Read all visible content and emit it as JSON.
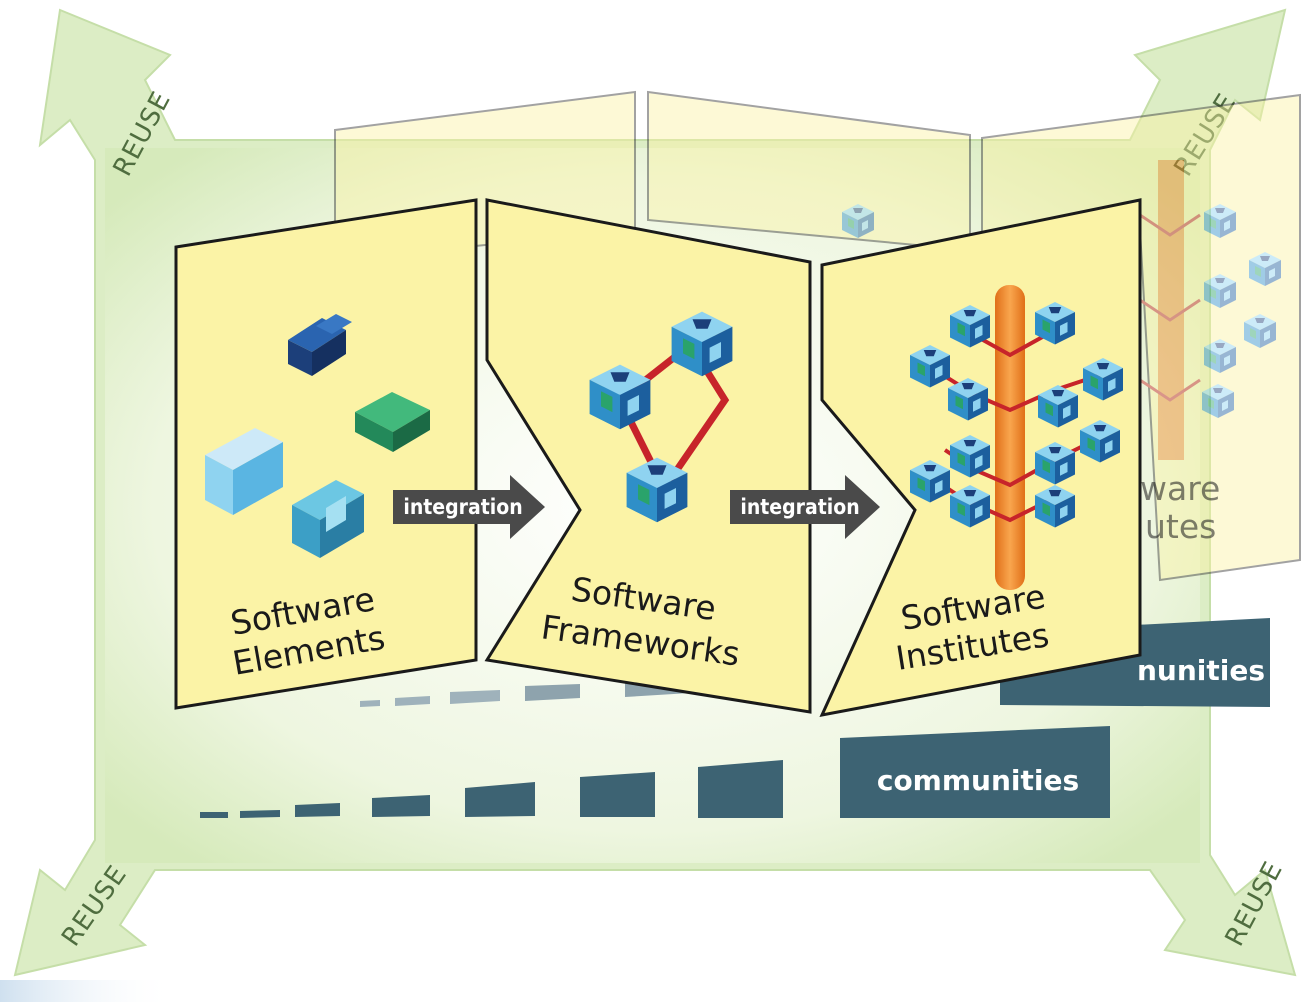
{
  "reuse_arrows": [
    {
      "label": "REUSE",
      "corner": "top-left"
    },
    {
      "label": "REUSE",
      "corner": "top-right"
    },
    {
      "label": "REUSE",
      "corner": "bottom-left"
    },
    {
      "label": "REUSE",
      "corner": "bottom-right"
    }
  ],
  "panels": {
    "elements": {
      "line1": "Software",
      "line2": "Elements"
    },
    "frameworks": {
      "line1": "Software",
      "line2": "Frameworks"
    },
    "institutes": {
      "line1": "Software",
      "line2": "Institutes"
    }
  },
  "back_panel_fragment": {
    "line1": "ware",
    "line2": "utes"
  },
  "integration_arrows": [
    {
      "label": "integration"
    },
    {
      "label": "integration"
    }
  ],
  "communities": {
    "front_label": "communities",
    "back_label": "nunities"
  },
  "colors": {
    "panel_fill": "#fbf3a6",
    "reuse_green": "#d3e8b4",
    "community_bar": "#3d6373",
    "integration_arrow": "#4a4a4a",
    "institute_pillar": "#f08a2a",
    "link_red": "#c7242a"
  }
}
